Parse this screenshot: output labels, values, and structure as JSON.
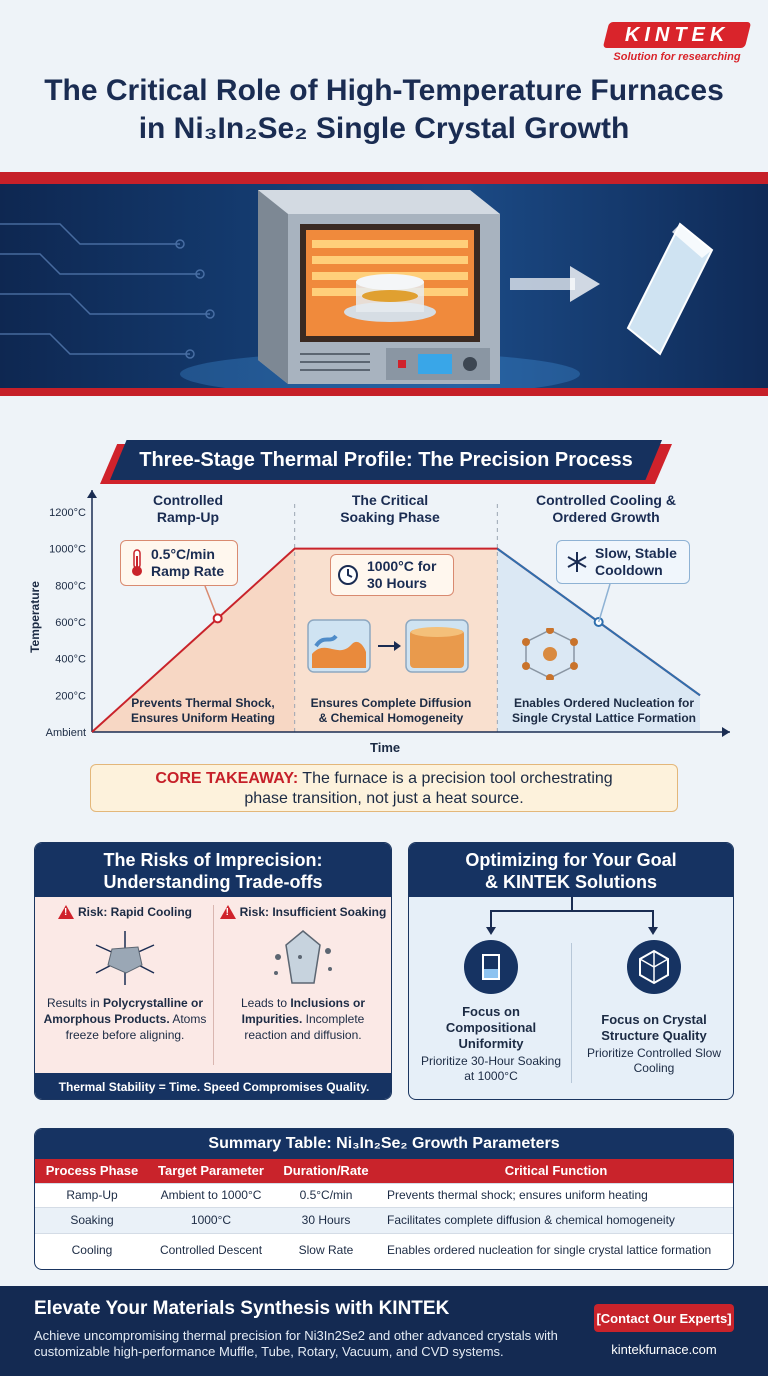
{
  "logo": {
    "name": "KINTEK",
    "tagline": "Solution for researching"
  },
  "title": {
    "line1": "The Critical Role of High-Temperature Furnaces",
    "line2": "in Ni₃In₂Se₂ Single Crystal Growth"
  },
  "section_title": "Three-Stage Thermal Profile: The Precision Process",
  "chart_data": {
    "type": "line",
    "xlabel": "Time",
    "ylabel": "Temperature",
    "y_ticks": [
      "Ambient",
      "200°C",
      "400°C",
      "600°C",
      "800°C",
      "1000°C",
      "1200°C"
    ],
    "points": [
      {
        "stage": "start",
        "t": 0,
        "temp": 0
      },
      {
        "stage": "ramp_end",
        "t": 1,
        "temp": 1000
      },
      {
        "stage": "soak_end",
        "t": 2,
        "temp": 1000
      },
      {
        "stage": "cool_end",
        "t": 3,
        "temp": 200
      }
    ],
    "stages": [
      {
        "title_line1": "Controlled",
        "title_line2": "Ramp-Up",
        "callout_line1": "0.5°C/min",
        "callout_line2": "Ramp Rate",
        "note_line1": "Prevents Thermal Shock,",
        "note_line2": "Ensures Uniform Heating"
      },
      {
        "title_line1": "The Critical",
        "title_line2": "Soaking Phase",
        "callout_line1": "1000°C for",
        "callout_line2": "30 Hours",
        "note_line1": "Ensures Complete Diffusion",
        "note_line2": "& Chemical Homogeneity"
      },
      {
        "title_line1": "Controlled Cooling &",
        "title_line2": "Ordered Growth",
        "callout_line1": "Slow, Stable",
        "callout_line2": "Cooldown",
        "note_line1": "Enables Ordered Nucleation for",
        "note_line2": "Single Crystal Lattice Formation"
      }
    ]
  },
  "takeaway": {
    "label": "CORE TAKEAWAY:",
    "text": " The furnace is a precision tool orchestrating",
    "line2": "phase transition, not just a heat source."
  },
  "risks": {
    "title_line1": "The Risks of Imprecision:",
    "title_line2": "Understanding Trade-offs",
    "items": [
      {
        "title": "Risk: Rapid Cooling",
        "pre": "Results in ",
        "bold": "Polycrystalline or Amorphous Products.",
        "post": " Atoms freeze before aligning."
      },
      {
        "title": "Risk: Insufficient Soaking",
        "pre": "Leads to ",
        "bold": "Inclusions or Impurities.",
        "post": " Incomplete reaction and diffusion."
      }
    ],
    "footer": "Thermal Stability = Time. Speed Compromises Quality."
  },
  "optimize": {
    "title_line1": "Optimizing for Your Goal",
    "title_line2": "& KINTEK Solutions",
    "items": [
      {
        "title": "Focus on Compositional Uniformity",
        "text": "Prioritize 30-Hour Soaking at 1000°C"
      },
      {
        "title": "Focus on Crystal Structure Quality",
        "text": "Prioritize Controlled Slow Cooling"
      }
    ]
  },
  "table": {
    "title": "Summary Table: Ni₃In₂Se₂ Growth Parameters",
    "headers": [
      "Process Phase",
      "Target Parameter",
      "Duration/Rate",
      "Critical Function"
    ],
    "rows": [
      [
        "Ramp-Up",
        "Ambient to 1000°C",
        "0.5°C/min",
        "Prevents thermal shock; ensures uniform heating"
      ],
      [
        "Soaking",
        "1000°C",
        "30 Hours",
        "Facilitates complete diffusion & chemical homogeneity"
      ],
      [
        "Cooling",
        "Controlled Descent",
        "Slow Rate",
        "Enables ordered nucleation for single crystal lattice formation"
      ]
    ]
  },
  "footer": {
    "heading": "Elevate Your Materials Synthesis with KINTEK",
    "text": "Achieve uncompromising thermal precision for Ni3In2Se2 and other advanced crystals with customizable high-performance Muffle, Tube, Rotary, Vacuum, and CVD systems.",
    "cta": "[Contact Our Experts]",
    "site": "kintekfurnace.com"
  },
  "colors": {
    "navy": "#163362",
    "red": "#c9232b",
    "cream": "#fdf2dc"
  }
}
